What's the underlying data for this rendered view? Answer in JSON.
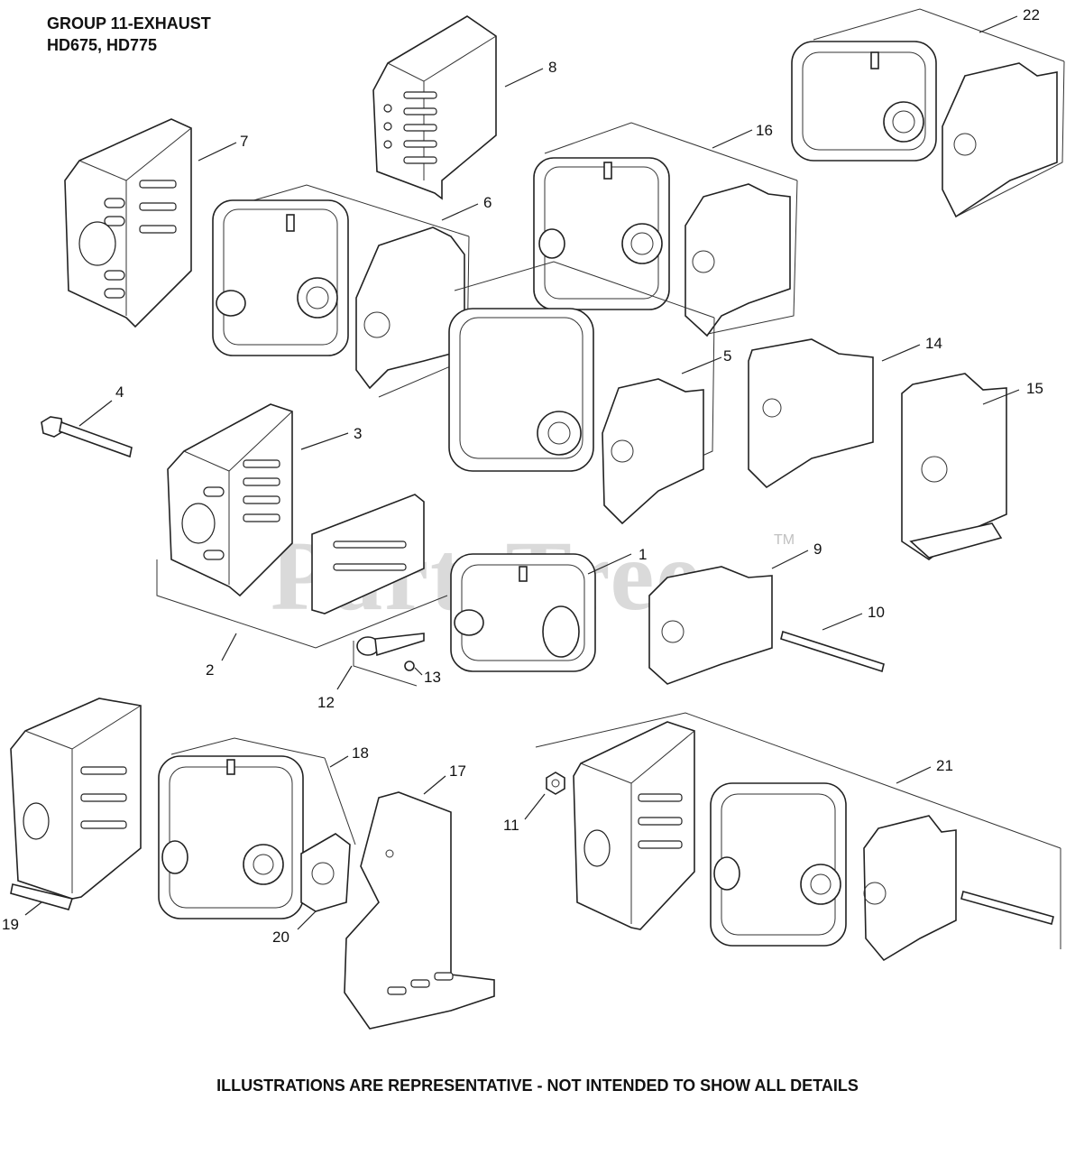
{
  "header": {
    "title_line1": "GROUP 11-EXHAUST",
    "title_line2": "HD675, HD775"
  },
  "footer": {
    "note": "ILLUSTRATIONS ARE REPRESENTATIVE - NOT INTENDED TO SHOW ALL DETAILS"
  },
  "watermark": {
    "text": "PartsTree",
    "trademark": "TM"
  },
  "callouts": {
    "c1": "1",
    "c2": "2",
    "c3": "3",
    "c4": "4",
    "c5": "5",
    "c6": "6",
    "c7": "7",
    "c8": "8",
    "c9": "9",
    "c10": "10",
    "c11": "11",
    "c12": "12",
    "c13": "13",
    "c14": "14",
    "c15": "15",
    "c16": "16",
    "c17": "17",
    "c18": "18",
    "c19": "19",
    "c20": "20",
    "c21": "21",
    "c22": "22"
  }
}
